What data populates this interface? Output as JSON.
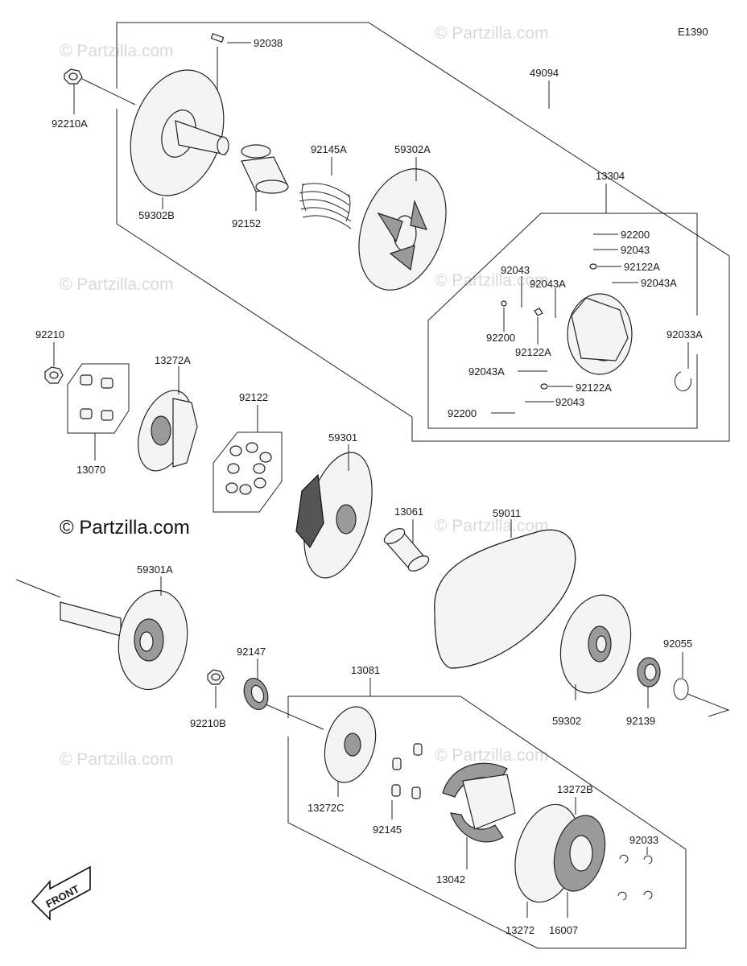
{
  "diagram_code": "E1390",
  "watermark": "© Partzilla.com",
  "front_label": "FRONT",
  "parts": {
    "p92038": "92038",
    "p92210A": "92210A",
    "p49094": "49094",
    "p59302B": "59302B",
    "p92152": "92152",
    "p92145A": "92145A",
    "p59302A": "59302A",
    "p13304": "13304",
    "p92200_a": "92200",
    "p92043_a": "92043",
    "p92122A_a": "92122A",
    "p92043A_a": "92043A",
    "p92043_b": "92043",
    "p92043A_b": "92043A",
    "p92200_b": "92200",
    "p92122A_b": "92122A",
    "p92033A": "92033A",
    "p92043A_c": "92043A",
    "p92122A_c": "92122A",
    "p92043_c": "92043",
    "p92200_c": "92200",
    "p92210": "92210",
    "p13272A": "13272A",
    "p92122": "92122",
    "p13070": "13070",
    "p59301": "59301",
    "p13061": "13061",
    "p59011": "59011",
    "p59301A": "59301A",
    "p92147": "92147",
    "p13081": "13081",
    "p92055": "92055",
    "p92210B": "92210B",
    "p59302": "59302",
    "p92139": "92139",
    "p13272C": "13272C",
    "p92145": "92145",
    "p13272B": "13272B",
    "p92033": "92033",
    "p13042": "13042",
    "p13272": "13272",
    "p16007": "16007"
  }
}
